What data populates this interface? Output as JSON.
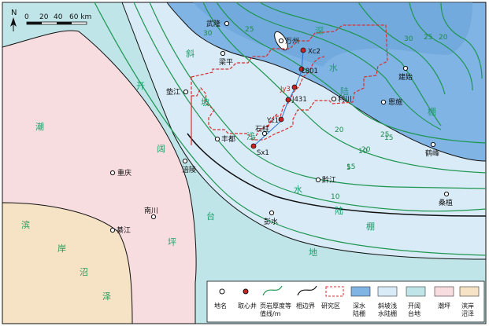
{
  "colors": {
    "deep_shelf": "#7fb4e4",
    "slope_shelf": "#d9ebf7",
    "open_platform": "#bfe5e8",
    "tidal_flat": "#f8dde0",
    "coastal_marsh": "#f6e2c4",
    "isopach": "#1e9650",
    "study_area": "#d83030",
    "core_well": "#cc2222"
  },
  "scale": {
    "north": "N",
    "ticks": [
      "0",
      "20",
      "40",
      "60 km"
    ]
  },
  "cities": {
    "wulong": "武隆",
    "wanzhou": "万州",
    "liangping": "梁平",
    "dianjiang": "垫江",
    "fengdu": "丰都",
    "shizhu": "石柱",
    "lichuan": "利川",
    "enshi": "恩施",
    "jianshi": "建始",
    "hefeng": "鹤峰",
    "fuling": "涪陵",
    "qianjiang": "黔江",
    "sangzhi": "桑植",
    "chongqing": "重庆",
    "nanchuan": "南川",
    "qijiang": "綦江",
    "pengshui": "彭水"
  },
  "wells": {
    "xc2": "Xc2",
    "l801": "L801",
    "jy3": "Jy3",
    "j431": "J431",
    "yz1": "Yz1",
    "sx1": "Sx1"
  },
  "facies_labels": {
    "deep": [
      "深",
      "水",
      "陆",
      "棚"
    ],
    "slope": [
      "斜",
      "坡",
      "浅"
    ],
    "slope_right": [
      "水",
      "陆",
      "棚"
    ],
    "open": [
      "开",
      "阔",
      "台",
      "地"
    ],
    "tidal": [
      "潮",
      "坪"
    ],
    "marsh": [
      "滨",
      "岸",
      "沼",
      "泽"
    ]
  },
  "isopach_labels": [
    "30",
    "25",
    "20",
    "15",
    "10",
    "5",
    "30",
    "25",
    "20",
    "25",
    "20",
    "15",
    "10"
  ],
  "legend": {
    "items": [
      {
        "label": "地名",
        "symbol": "city"
      },
      {
        "label": "取心井",
        "symbol": "core-well"
      },
      {
        "label": "页岩厚度等值线/m",
        "symbol": "isopach"
      },
      {
        "label": "相边界",
        "symbol": "facies-boundary"
      },
      {
        "label": "研究区",
        "symbol": "study-area"
      },
      {
        "label": "深水陆棚",
        "symbol": "deep-shelf"
      },
      {
        "label": "斜坡浅水陆棚",
        "symbol": "slope-shelf"
      },
      {
        "label": "开阔台地",
        "symbol": "open-platform"
      },
      {
        "label": "潮坪",
        "symbol": "tidal-flat"
      },
      {
        "label": "滨岸沼泽",
        "symbol": "coastal-marsh"
      }
    ]
  }
}
